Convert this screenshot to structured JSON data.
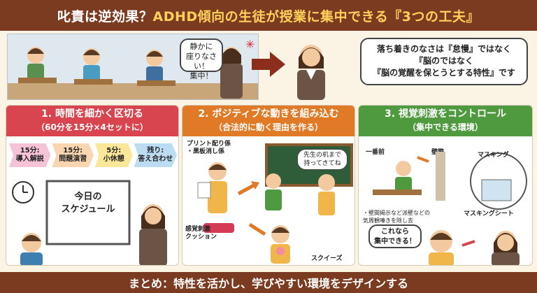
{
  "title": {
    "part1": "叱責は逆効果？",
    "part2": "ADHD傾向の生徒が授業に集中できる",
    "part3": "『3つの工夫』"
  },
  "top": {
    "teacher_bubble": [
      "静かに",
      "座りなさい！",
      "集中！"
    ],
    "right_bubble": [
      "落ち着きのなさは『怠慢』ではなく",
      "『脳のではなく",
      "『脳の覚醒を保とうとする特性』です"
    ]
  },
  "panel1": {
    "heading": "1. 時間を細かく区切る",
    "sub": "（60分を15分×4セットに）",
    "steps": [
      {
        "time": "15分:",
        "label": "導入解説",
        "color": "#f6c2d6"
      },
      {
        "time": "15分:",
        "label": "問題演習",
        "color": "#f9d6b0"
      },
      {
        "time": "5分:",
        "label": "小休憩",
        "color": "#fbe79a"
      },
      {
        "time": "残り:",
        "label": "答え合わせ",
        "color": "#bcdcf2"
      }
    ],
    "board": [
      "今日の",
      "スケジュール"
    ],
    "color": "#d8454e"
  },
  "panel2": {
    "heading": "2. ポジティブな動きを組み込む",
    "sub": "（合法的に動く理由を作る）",
    "roles": [
      "プリント配り係",
      "・黒板消し係"
    ],
    "bubble": [
      "先生の机まで",
      "持ってきてね"
    ],
    "cushion": [
      "感覚刺激",
      "クッション"
    ],
    "squeeze": "スクイーズ",
    "color": "#e07a26"
  },
  "panel3": {
    "heading": "3. 視覚刺激をコントロール",
    "sub": "（集中できる環境）",
    "front": "一番前",
    "wall": "壁際",
    "masking": "マスキング",
    "note": [
      "・壁間掲示など派壁などの",
      "気周観嗪きを除し去"
    ],
    "sheet": "マスキングシート",
    "color": "#4f9a3f"
  },
  "bottom_bubble": [
    "これなら",
    "集中できる！"
  ],
  "footer": "まとめ：特性を活かし、学びやすい環境をデザインする"
}
